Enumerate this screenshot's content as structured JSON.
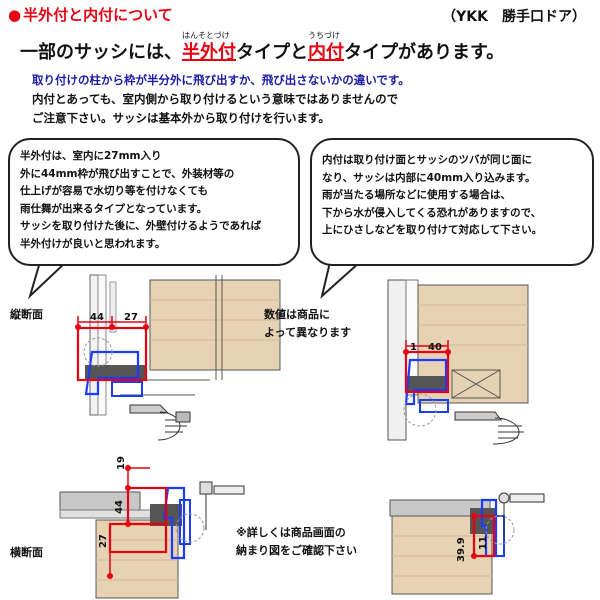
{
  "header": {
    "title": "半外付と内付について",
    "brand": "（YKK　勝手口ドア）"
  },
  "headline": {
    "prefix": "一部のサッシには、",
    "term1": "半外付",
    "term1_ruby": "はんそとづけ",
    "middle": "タイプと",
    "term2": "内付",
    "term2_ruby": "うちづけ",
    "suffix": "タイプがあります。"
  },
  "notes": [
    "取り付けの柱から枠が半分外に飛び出すか、飛び出さないかの違いです。",
    "内付とあっても、室内側から取り付けるという意味ではありませんので",
    "ご注意下さい。サッシは基本外から取り付けを行います。"
  ],
  "bubble_left": [
    "半外付は、室内に27mm入り",
    "外に44mm枠が飛び出すことで、外装材等の",
    "仕上げが容易で水切り等を付けなくても",
    "雨仕舞が出来るタイプとなっています。",
    "サッシを取り付けた後に、外壁付けるようであれば",
    "半外付けが良いと思われます。"
  ],
  "bubble_right": [
    "内付は取り付け面とサッシのツバが同じ面に",
    "なり、サッシは内部に40mm入り込みます。",
    "雨が当たる場所などに使用する場合は、",
    "下から水が侵入してくる恐れがありますので、",
    "上にひさしなどを取り付けて対応して下さい。"
  ],
  "labels": {
    "vertical_section": "縦断面",
    "horizontal_section": "横断面",
    "values_note_1": "数値は商品に",
    "values_note_2": "よって異なります",
    "detail_note_1": "※詳しくは商品画面の",
    "detail_note_2": "納まり図をご確認下さい"
  },
  "dimensions": {
    "d44": "44",
    "d27": "27",
    "d40": "40",
    "d1": "1",
    "d19": "19",
    "d44b": "44",
    "d27b": "27",
    "d39_9": "39.9",
    "d11": "11"
  },
  "colors": {
    "accent_red": "#e60012",
    "note_blue": "#1a1aa8",
    "wood": "#e8d2b4",
    "frame_blue": "#1a3cff"
  }
}
